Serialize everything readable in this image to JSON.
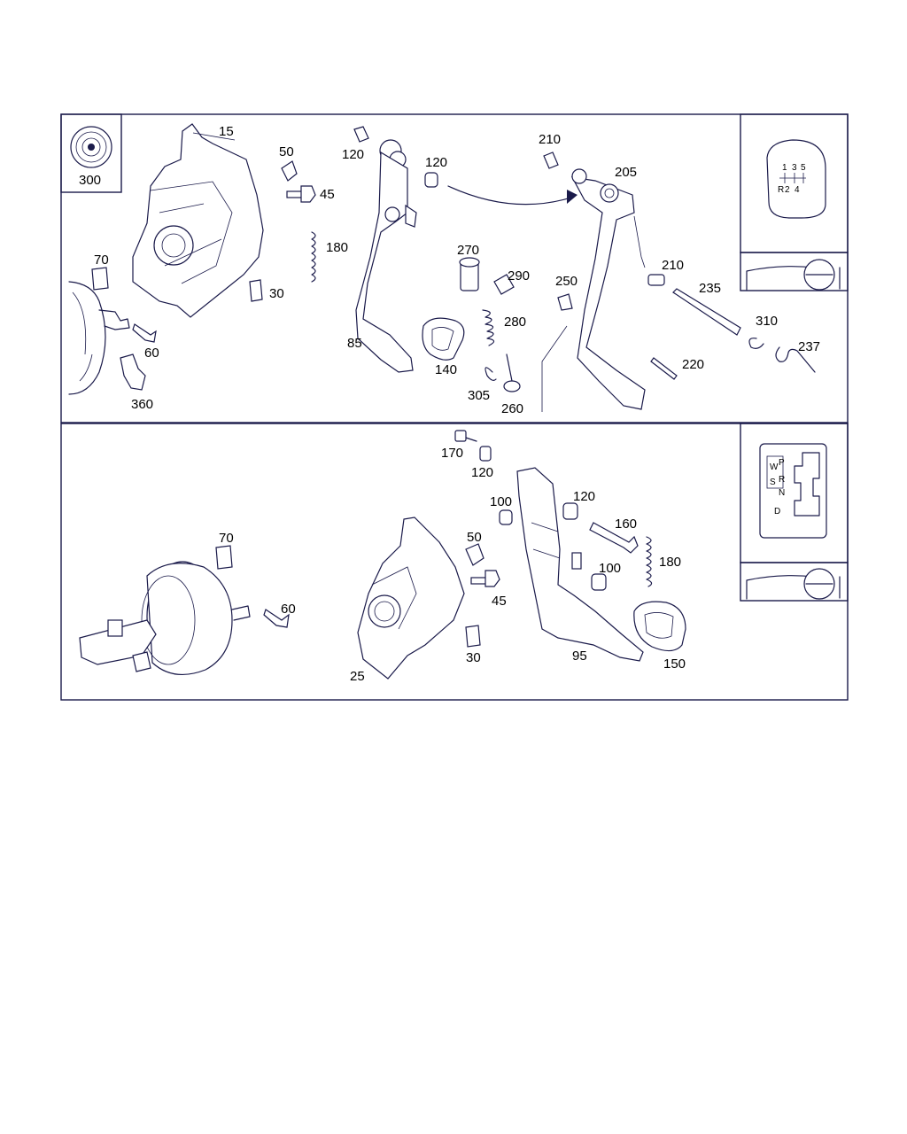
{
  "top_panel": {
    "callouts": [
      "300",
      "15",
      "50",
      "45",
      "180",
      "30",
      "70",
      "60",
      "360",
      "120",
      "120",
      "85",
      "140",
      "270",
      "290",
      "280",
      "250",
      "305",
      "260",
      "210",
      "205",
      "210",
      "235",
      "310",
      "237",
      "220"
    ],
    "inset_gearbox": [
      "1",
      "3",
      "5",
      "R",
      "2",
      "4"
    ]
  },
  "bottom_panel": {
    "callouts": [
      "70",
      "60",
      "170",
      "120",
      "100",
      "50",
      "45",
      "30",
      "25",
      "120",
      "160",
      "100",
      "180",
      "95",
      "150"
    ],
    "inset_selector": [
      "W",
      "S",
      "P",
      "R",
      "N",
      "D"
    ]
  },
  "colors": {
    "line": "#1a1a4a",
    "text": "#000000",
    "background": "#ffffff"
  }
}
